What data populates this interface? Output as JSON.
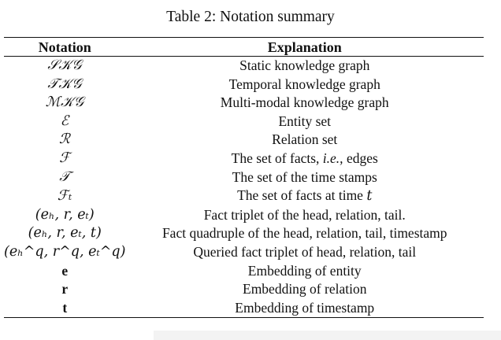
{
  "caption": "Table 2: Notation summary",
  "headers": {
    "notation": "Notation",
    "explanation": "Explanation"
  },
  "rows": [
    {
      "notation": "𝒮𝒦𝒢",
      "explanation": "Static knowledge graph"
    },
    {
      "notation": "𝒯𝒦𝒢",
      "explanation": "Temporal knowledge graph"
    },
    {
      "notation": "ℳ𝒦𝒢",
      "explanation": "Multi-modal knowledge graph"
    },
    {
      "notation": "ℰ",
      "explanation": "Entity set"
    },
    {
      "notation": "ℛ",
      "explanation": "Relation set"
    },
    {
      "notation": "ℱ",
      "explanation_pre": "The set of facts, ",
      "explanation_ital": "i.e.,",
      "explanation_post": " edges"
    },
    {
      "notation": "𝒯",
      "explanation": "The set of the time stamps"
    },
    {
      "notation": "ℱₜ",
      "explanation_pre": "The set of facts at time ",
      "explanation_math": "t"
    },
    {
      "notation": "(eₕ, r, eₜ)",
      "explanation": "Fact triplet of the head, relation, tail."
    },
    {
      "notation": "(eₕ, r, eₜ, t)",
      "explanation": "Fact quadruple of the head, relation, tail, timestamp"
    },
    {
      "notation": "(eₕ^q, r^q, eₜ^q)",
      "explanation": "Queried fact triplet of head, relation, tail"
    },
    {
      "notation": "e",
      "explanation": "Embedding of entity"
    },
    {
      "notation": "r",
      "explanation": "Embedding of relation"
    },
    {
      "notation": "t",
      "explanation": "Embedding of timestamp"
    }
  ]
}
